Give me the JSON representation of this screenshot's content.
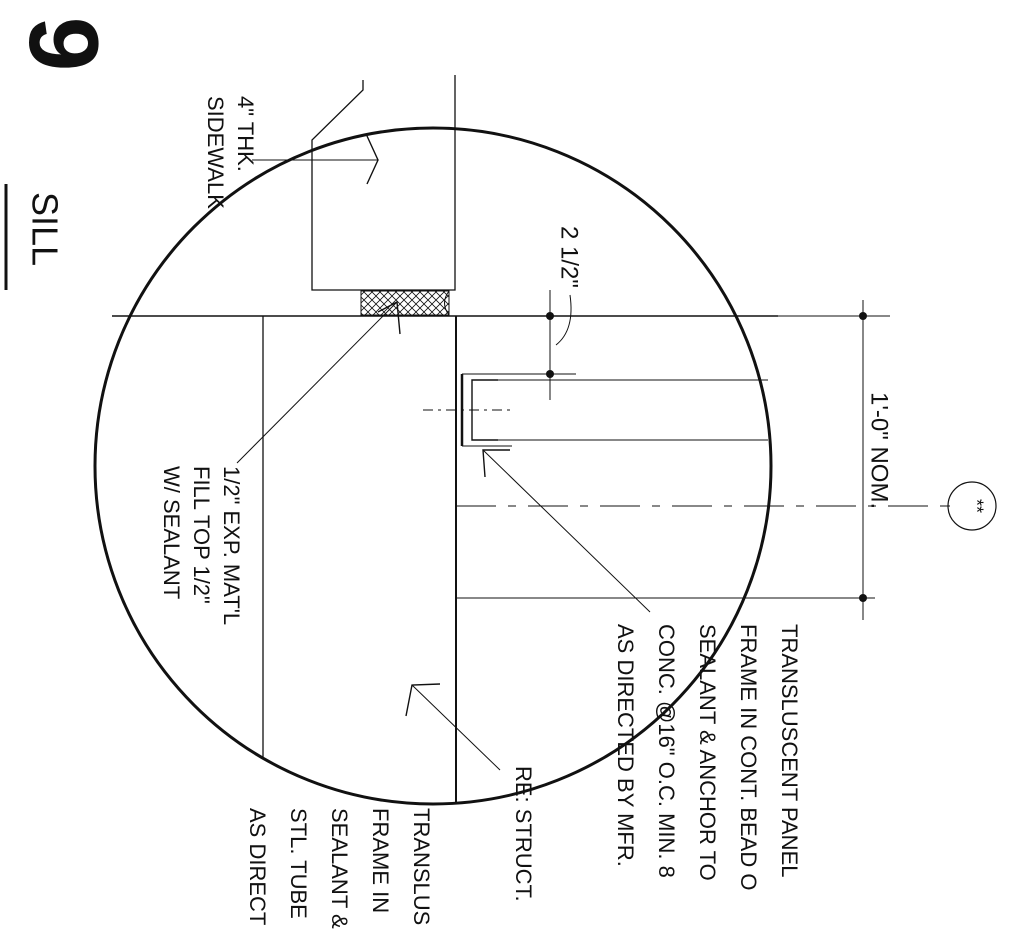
{
  "detail": {
    "number": "9",
    "title": "SILL",
    "scale_marker": "**"
  },
  "dimensions": {
    "overall": "1'-0\" NOM.",
    "offset": "2 1/2\""
  },
  "notes": {
    "sidewalk": [
      "4\" THK.",
      "SIDEWALK"
    ],
    "expansion": [
      "1/2\" EXP. MAT'L",
      "FILL TOP 1/2\"",
      "W/ SEALANT"
    ],
    "struct": [
      "RE: STRUCT."
    ],
    "panel_concrete": [
      "TRANSLUSCENT PANEL",
      "FRAME IN CONT. BEAD O",
      "SEALANT & ANCHOR TO",
      "CONC. @16\" O.C. MIN. 8",
      "AS DIRECTED BY MFR."
    ],
    "panel_tube": [
      "TRANSLUS",
      "FRAME IN",
      "SEALANT &",
      "STL. TUBE",
      "AS DIRECT"
    ]
  },
  "colors": {
    "ink": "#111111",
    "paper": "#ffffff"
  }
}
